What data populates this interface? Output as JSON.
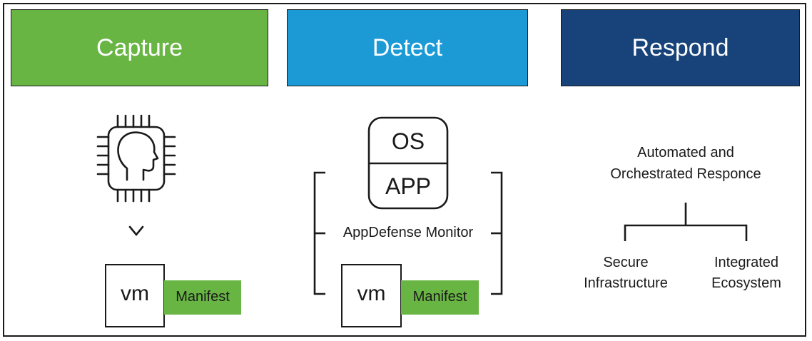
{
  "colors": {
    "capture": "#68b544",
    "detect": "#1b9ad6",
    "respond": "#17427a",
    "manifest": "#68b544",
    "stroke": "#1a1a1a"
  },
  "headers": {
    "capture": "Capture",
    "detect": "Detect",
    "respond": "Respond"
  },
  "capture": {
    "chip_icon": "chip-head-icon",
    "arrow_icon": "chevron-down-icon",
    "vm_label": "vm",
    "manifest_label": "Manifest"
  },
  "detect": {
    "os_label": "OS",
    "app_label": "APP",
    "monitor_label": "AppDefense Monitor",
    "vm_label": "vm",
    "manifest_label": "Manifest"
  },
  "respond": {
    "title_line1": "Automated and",
    "title_line2": "Orchestrated Responce",
    "left_line1": "Secure",
    "left_line2": "Infrastructure",
    "right_line1": "Integrated",
    "right_line2": "Ecosystem"
  }
}
